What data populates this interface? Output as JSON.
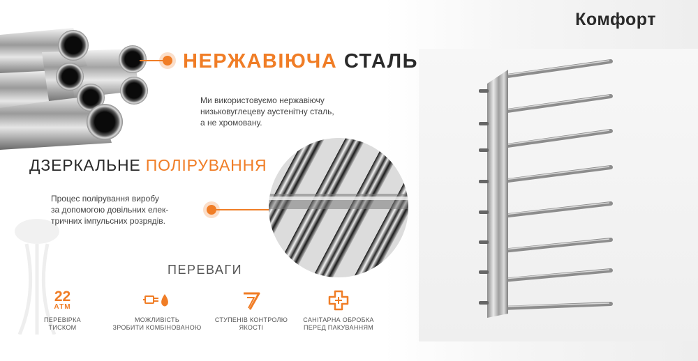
{
  "brand": "Комфорт",
  "steel": {
    "title_accent": "НЕРЖАВІЮЧА",
    "title_rest": "СТАЛЬ",
    "description": [
      "Ми використовуємо нержавіючу",
      "низьковуглецеву аустенітну сталь,",
      "а не хромовану."
    ]
  },
  "polish": {
    "title_plain": "ДЗЕРКАЛЬНЕ",
    "title_accent": "ПОЛІРУВАННЯ",
    "description": [
      "Процес полірування виробу",
      "за допомогою довільних елек-",
      "тричних імпульсних розрядів."
    ]
  },
  "advantages": {
    "title": "ПЕРЕВАГИ",
    "items": [
      {
        "icon": "pressure-22-atm-icon",
        "big": "22",
        "unit": "АТМ",
        "caption": [
          "ПЕРЕВІРКА",
          "ТИСКОМ"
        ]
      },
      {
        "icon": "heating-element-drop-icon",
        "caption": [
          "МОЖЛИВІСТЬ",
          "ЗРОБИТИ КОМБІНОВАНОЮ"
        ]
      },
      {
        "icon": "seven-stages-icon",
        "caption": [
          "СТУПЕНІВ КОНТРОЛЮ",
          "ЯКОСТІ"
        ]
      },
      {
        "icon": "medical-cross-icon",
        "caption": [
          "САНІТАРНА ОБРОБКА",
          "ПЕРЕД ПАКУВАННЯМ"
        ]
      }
    ]
  },
  "colors": {
    "accent": "#f07d26",
    "text": "#2a2a2a"
  }
}
